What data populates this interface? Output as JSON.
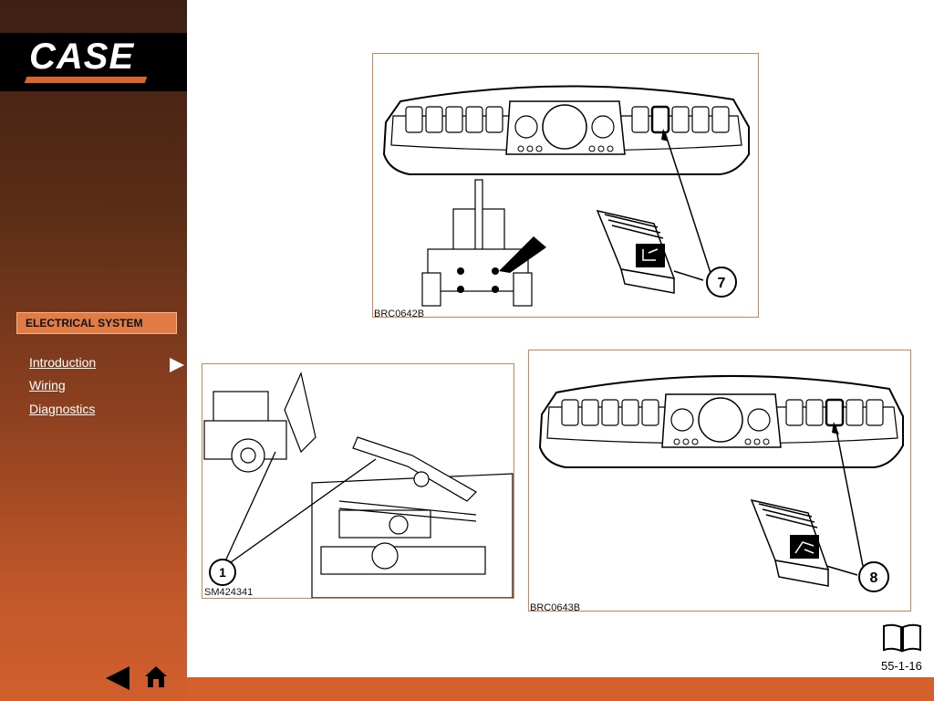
{
  "brand": {
    "logo_text": "CASE"
  },
  "sidebar": {
    "section_title": "ELECTRICAL SYSTEM",
    "nav": [
      {
        "label": "Introduction"
      },
      {
        "label": "Wiring"
      },
      {
        "label": "Diagnostics"
      }
    ]
  },
  "figures": {
    "top": {
      "label": "BRC0642B",
      "callout": "7"
    },
    "left": {
      "label": "SM424341",
      "callout": "1"
    },
    "right": {
      "label": "BRC0643B",
      "callout": "8"
    }
  },
  "footer": {
    "page_number": "55-1-16"
  },
  "colors": {
    "accent": "#d4612b",
    "logo_bar": "#000000",
    "figure_border": "#d9824f"
  },
  "icons": {
    "back": "back-arrow-icon",
    "home": "home-icon",
    "manual": "book-icon",
    "nav_pointer": "triangle-right-icon"
  }
}
